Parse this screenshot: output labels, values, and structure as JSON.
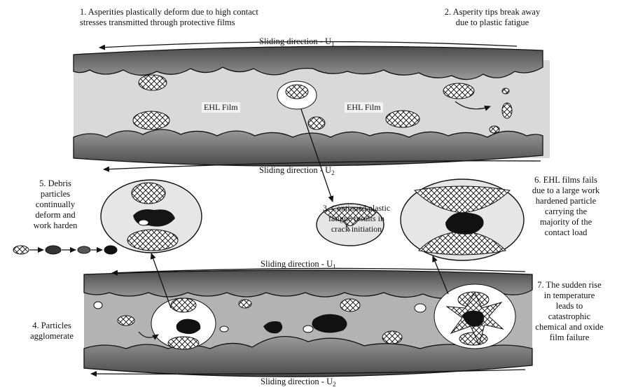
{
  "captions": {
    "c1": "1.  Asperities plastically deform due to high contact\nstresses transmitted through protective films",
    "c2": "2.  Asperity tips break away\ndue to plastic fatigue",
    "c3": "3.  Continued plastic\nfatigue results in\ncrack initiation",
    "c4": "4.  Particles\nagglomerate",
    "c5": "5.  Debris\nparticles\ncontinually\ndeform and\nwork harden",
    "c6": "6.  EHL films fails\ndue to a large work\nhardened particle\ncarrying the\nmajority of the\ncontact  load",
    "c7": "7.  The sudden rise\nin temperature\nleads to\ncatastrophic\nchemical and oxide\nfilm failure"
  },
  "sliding": {
    "top_u1": "Sliding direction - U",
    "top_u1_sub": "1",
    "top_u2": "Sliding direction - U",
    "top_u2_sub": "2",
    "bottom_u1": "Sliding direction - U",
    "bottom_u1_sub": "1",
    "bottom_u2": "Sliding direction - U",
    "bottom_u2_sub": "2"
  },
  "film_labels": {
    "left": "EHL Film",
    "right": "EHL Film"
  },
  "colors": {
    "surface_fill": "#8a8a8a",
    "surface_dark": "#4d4d4d",
    "film_fill": "#d9d9d9",
    "stroke": "#111111"
  }
}
